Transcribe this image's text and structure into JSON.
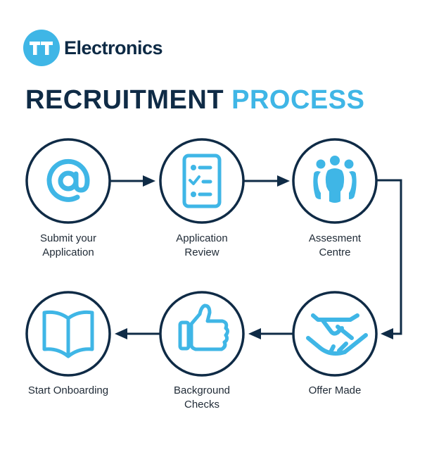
{
  "brand": {
    "logo_initials": "TT",
    "logo_name": "Electronics",
    "colors": {
      "navy": "#0f2b46",
      "accent": "#3fb6e6"
    }
  },
  "title": {
    "part1": "RECRUITMENT",
    "part2": "PROCESS"
  },
  "steps": [
    {
      "id": 1,
      "icon": "at-sign-icon",
      "line1": "Submit your",
      "line2": "Application"
    },
    {
      "id": 2,
      "icon": "checklist-icon",
      "line1": "Application",
      "line2": "Review"
    },
    {
      "id": 3,
      "icon": "people-group-icon",
      "line1": "Assesment",
      "line2": "Centre"
    },
    {
      "id": 4,
      "icon": "handshake-icon",
      "line1": "Offer Made",
      "line2": ""
    },
    {
      "id": 5,
      "icon": "thumbs-up-icon",
      "line1": "Background",
      "line2": "Checks"
    },
    {
      "id": 6,
      "icon": "open-book-icon",
      "line1": "Start Onboarding",
      "line2": ""
    }
  ]
}
